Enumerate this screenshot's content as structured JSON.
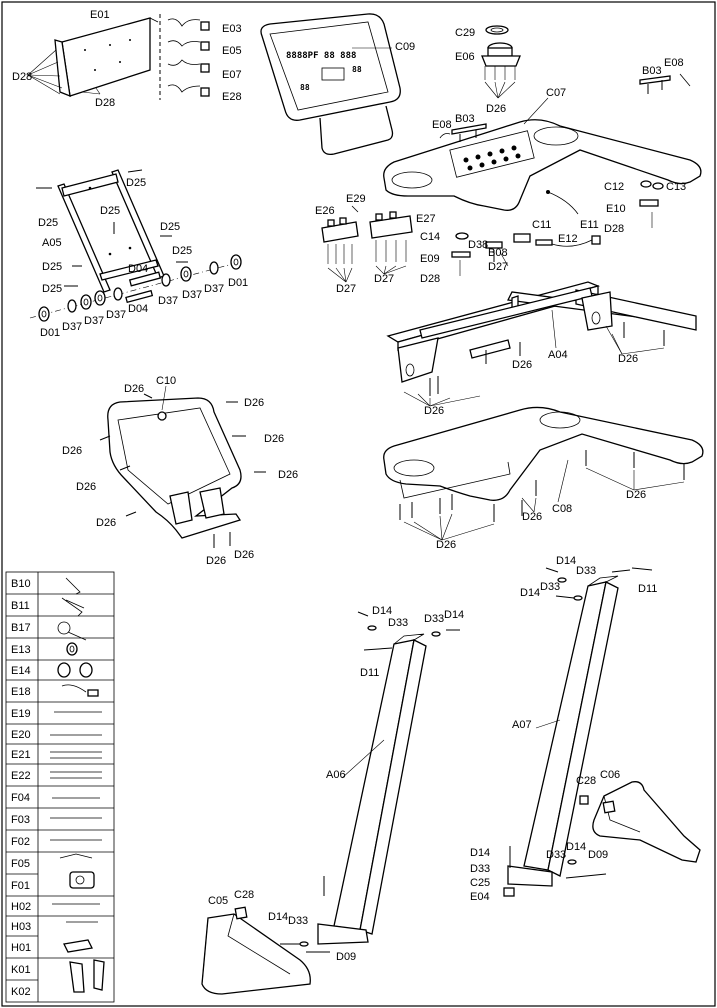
{
  "labels": {
    "E01": "E01",
    "E03": "E03",
    "E05": "E05",
    "E07": "E07",
    "E28": "E28",
    "D28": "D28",
    "C09": "C09",
    "C29": "C29",
    "E06": "E06",
    "D26": "D26",
    "B03": "B03",
    "E08": "E08",
    "C07": "C07",
    "C12": "C12",
    "C13": "C13",
    "E10": "E10",
    "E11": "E11",
    "C11": "C11",
    "E12": "E12",
    "E26": "E26",
    "E29": "E29",
    "E27": "E27",
    "C14": "C14",
    "E09": "E09",
    "B08": "B08",
    "D38": "D38",
    "D27": "D27",
    "D25": "D25",
    "A05": "A05",
    "D04": "D04",
    "D37": "D37",
    "D01": "D01",
    "A04": "A04",
    "C10": "C10",
    "C08": "C08",
    "D14": "D14",
    "D33": "D33",
    "D11": "D11",
    "A06": "A06",
    "A07": "A07",
    "C28": "C28",
    "C06": "C06",
    "C05": "C05",
    "D09": "D09",
    "C25": "C25",
    "E04": "E04"
  },
  "tools_table": {
    "rows": [
      "B10",
      "B11",
      "B17",
      "E13",
      "E14",
      "E18",
      "E19",
      "E20",
      "E21",
      "E22",
      "F04",
      "F03",
      "F02",
      "F05",
      "F01",
      "H02",
      "H03",
      "H01",
      "K01",
      "K02"
    ]
  }
}
